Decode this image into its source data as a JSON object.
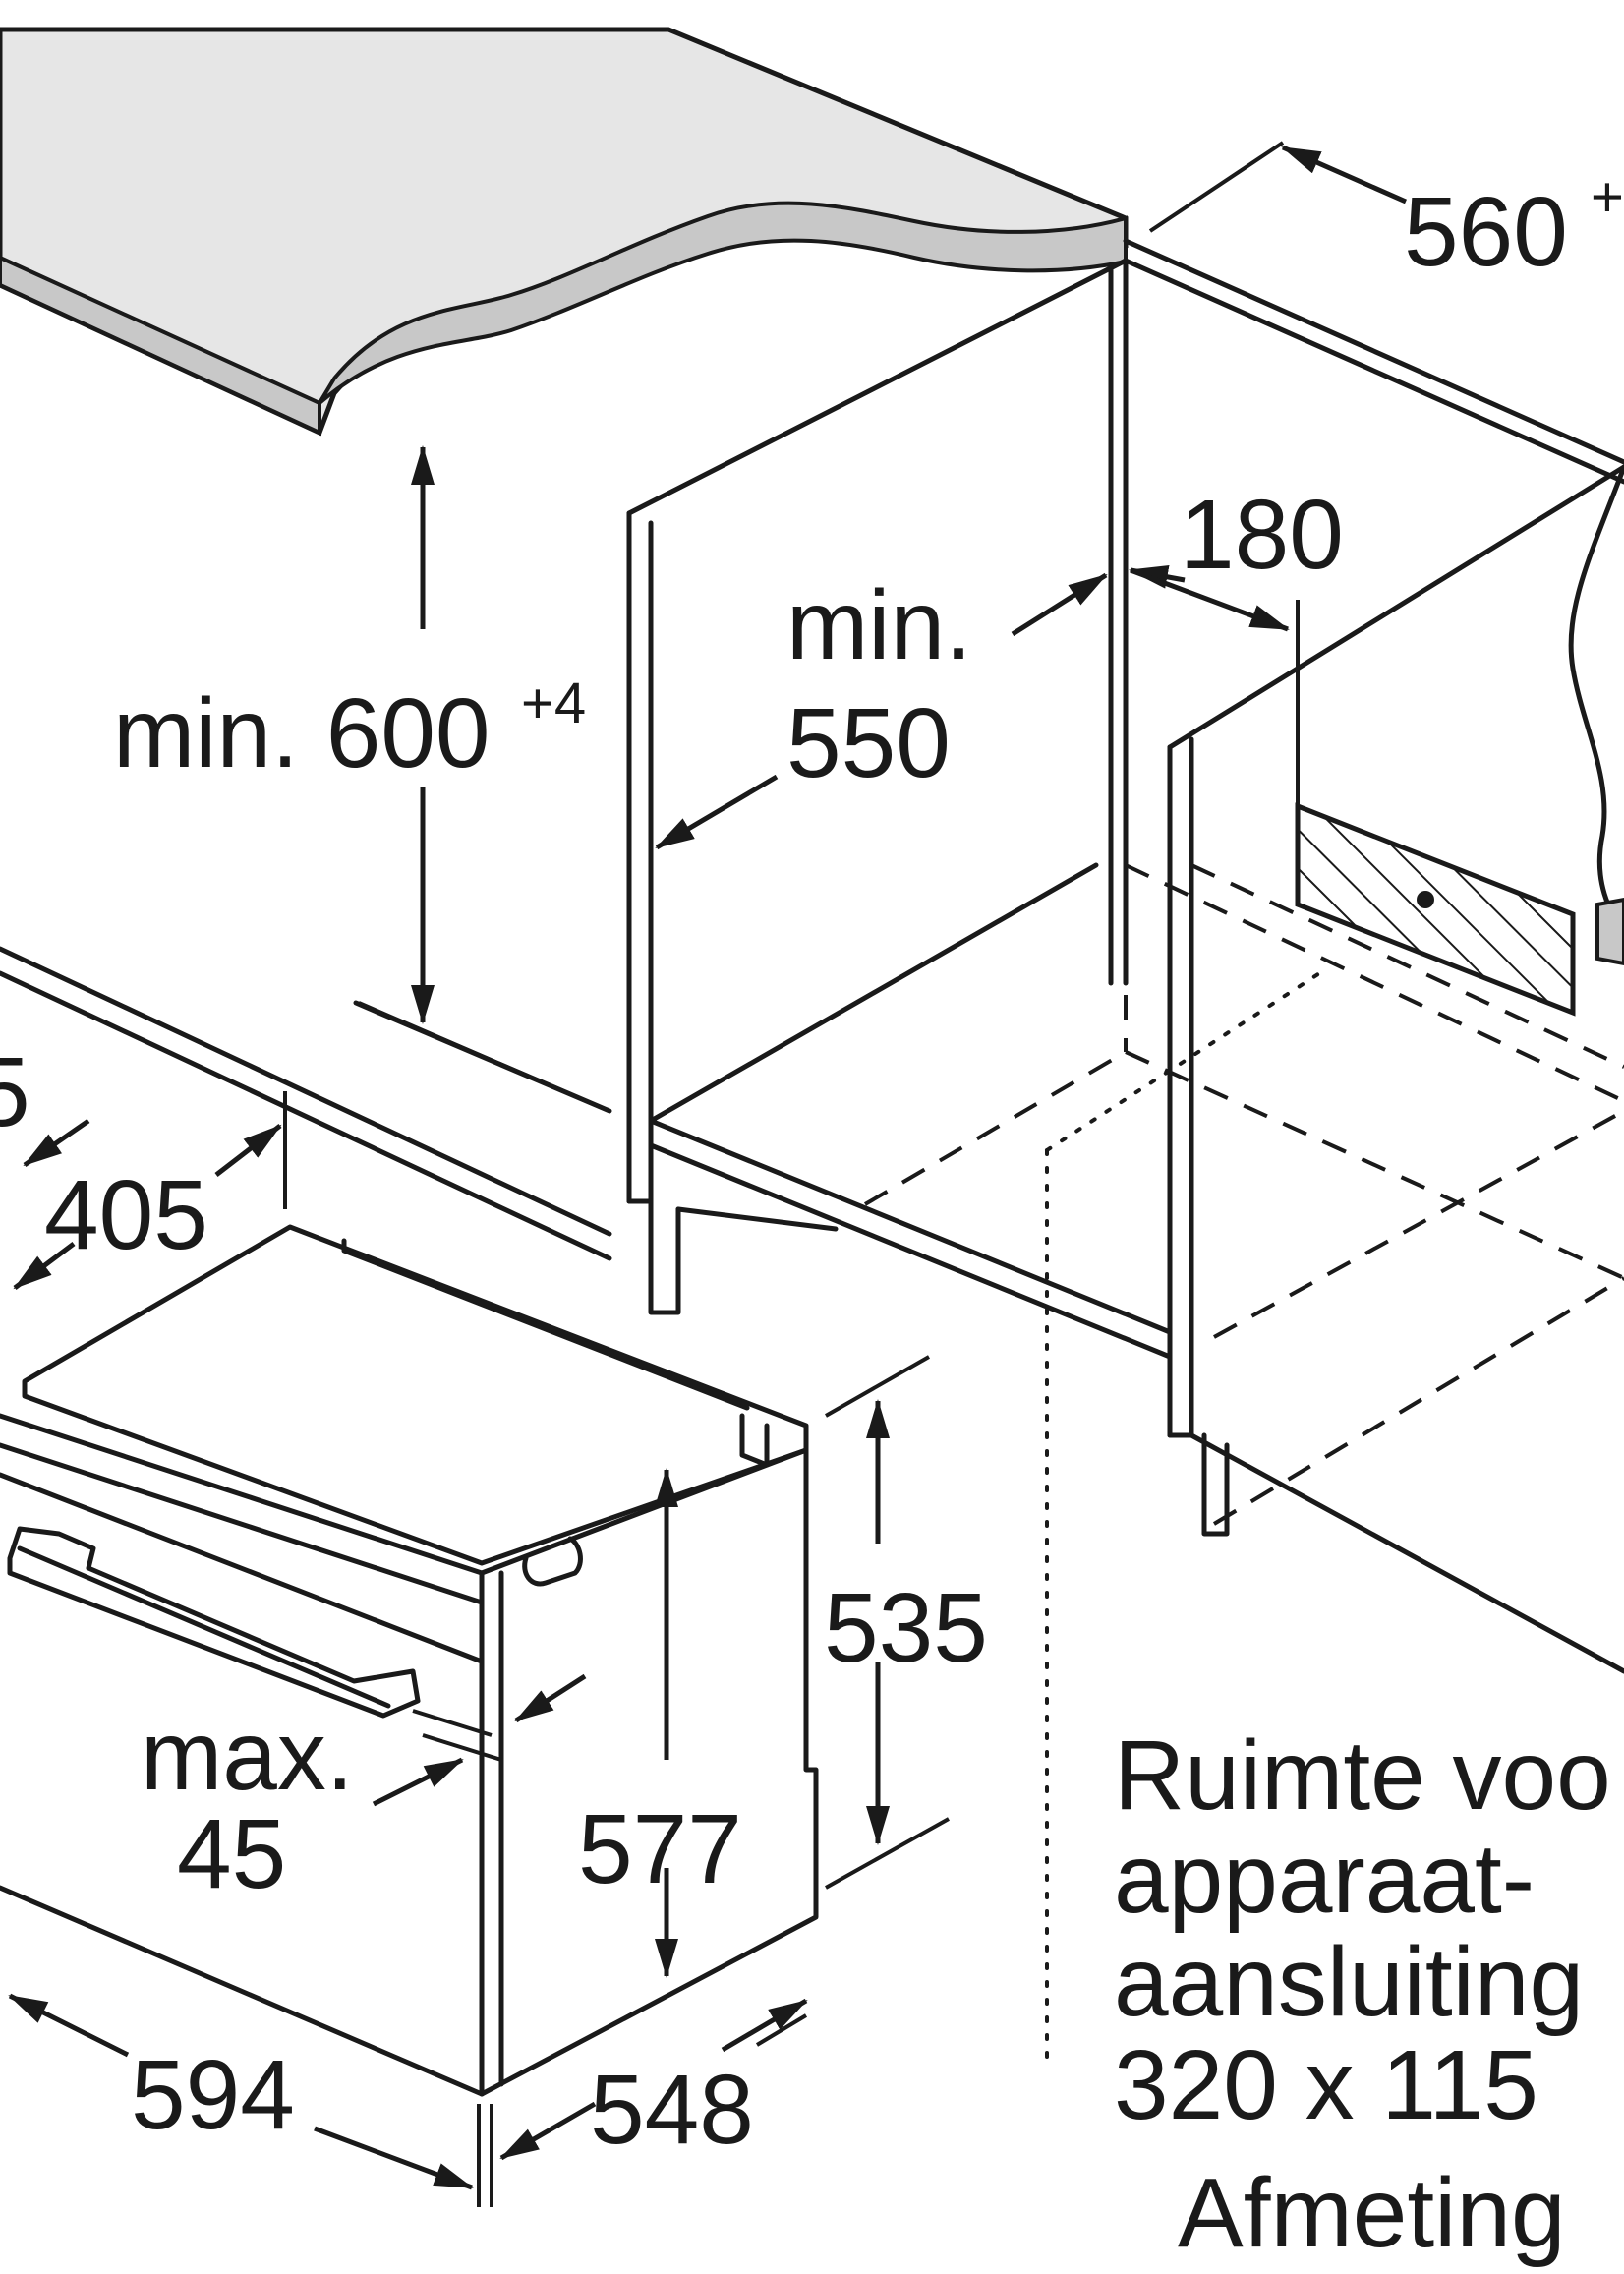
{
  "dimensions": {
    "niche_width": "560",
    "niche_width_sup": "+",
    "niche_depth_value": "180",
    "min_depth_label": "min.",
    "min_depth_value": "550",
    "niche_height_label": "min. 600",
    "niche_height_sup": "+4",
    "offset_partial": "5",
    "front_depth": "405",
    "front_height": "535",
    "panel_thickness_label": "max.",
    "panel_thickness_value": "45",
    "body_height": "577",
    "body_width": "594",
    "body_depth": "548"
  },
  "note": {
    "line1": "Ruimte voo",
    "line2": "apparaat-",
    "line3": "aansluiting",
    "line4": "320 x 115",
    "line5": "Afmeting"
  },
  "colors": {
    "worktop_fill": "#e6e6e6",
    "worktop_edge": "#c8c8c8",
    "line": "#1a1a1a",
    "background": "#ffffff"
  }
}
